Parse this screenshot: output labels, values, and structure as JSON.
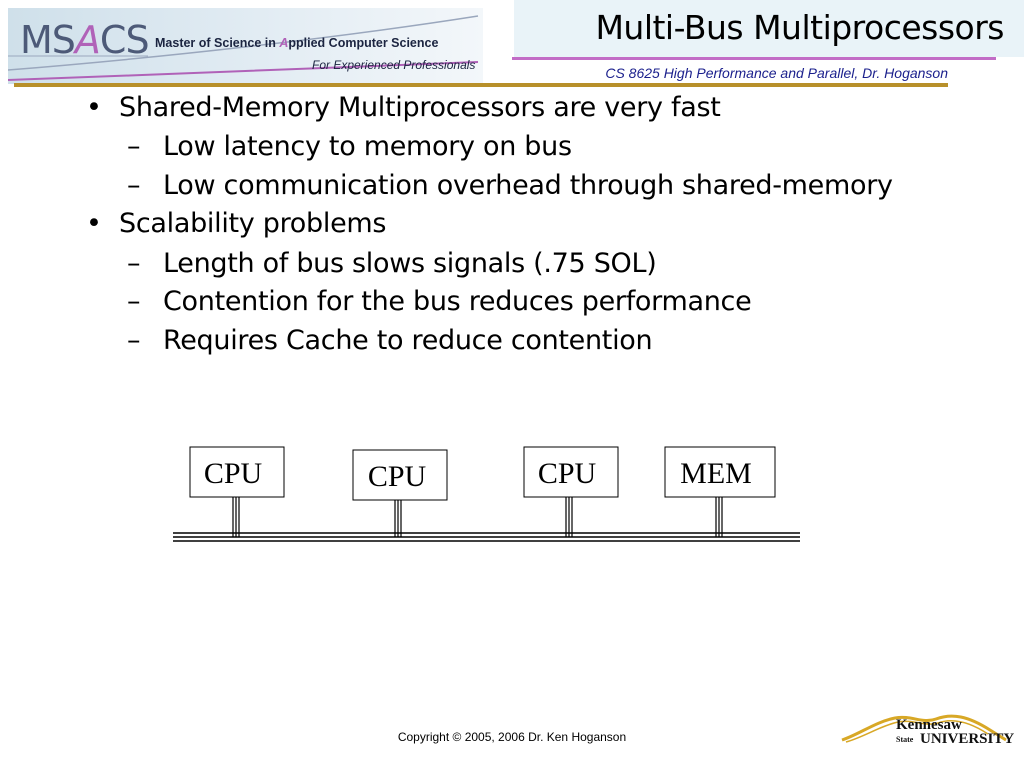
{
  "header": {
    "logo": {
      "ms": "MS",
      "a": "A",
      "cs": "CS",
      "master_pre": "Master of Science in ",
      "master_a": "A",
      "master_post": "pplied Computer Science",
      "tagline": "For Experienced Professionals"
    },
    "title": "Multi-Bus Multiprocessors",
    "course": "CS 8625 High Performance and Parallel, Dr. Hoganson"
  },
  "bullets": {
    "bullet_marker": "•",
    "dash_marker": "–",
    "b1": "Shared-Memory Multiprocessors are very fast",
    "b1_subs": [
      "Low latency to memory on bus",
      "Low communication overhead through shared-memory"
    ],
    "b2": "Scalability problems",
    "b2_subs": [
      "Length of bus slows signals (.75 SOL)",
      "Contention for the bus reduces performance",
      "Requires Cache to reduce contention"
    ]
  },
  "diagram": {
    "nodes": [
      "CPU",
      "CPU",
      "CPU",
      "MEM"
    ]
  },
  "footer": {
    "copyright": "Copyright © 2005, 2006 Dr. Ken Hoganson",
    "ksu_kennesaw": "Kennesaw",
    "ksu_state": "State",
    "ksu_university": "UNIVERSITY"
  },
  "colors": {
    "title_rule": "#c26cc6",
    "gold_rule": "#b8902a",
    "course_text": "#1a1f8c",
    "logo_accent": "#b062b8",
    "ksu_gold": "#d8a826"
  }
}
